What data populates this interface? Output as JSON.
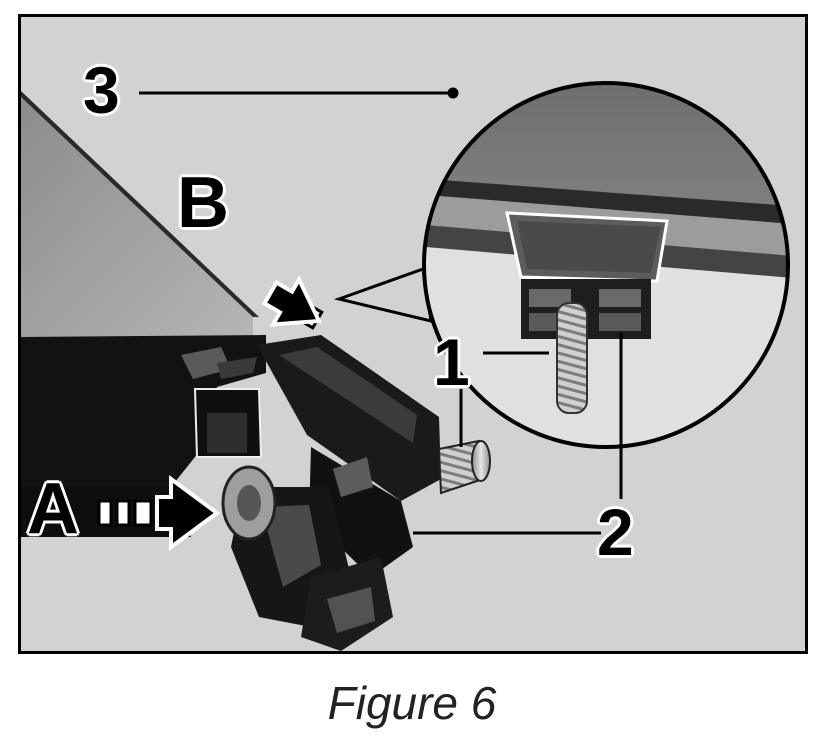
{
  "figure": {
    "callouts": {
      "one": "1",
      "two": "2",
      "three": "3",
      "a": "A",
      "b": "B"
    },
    "caption": "Figure 6"
  },
  "colors": {
    "background": "#d2d2d2",
    "bar": "#111111",
    "bar_face": "#a8a8a8",
    "clamp": "#1a1a1a",
    "screw": "#c8c8c8",
    "line": "#000000"
  }
}
